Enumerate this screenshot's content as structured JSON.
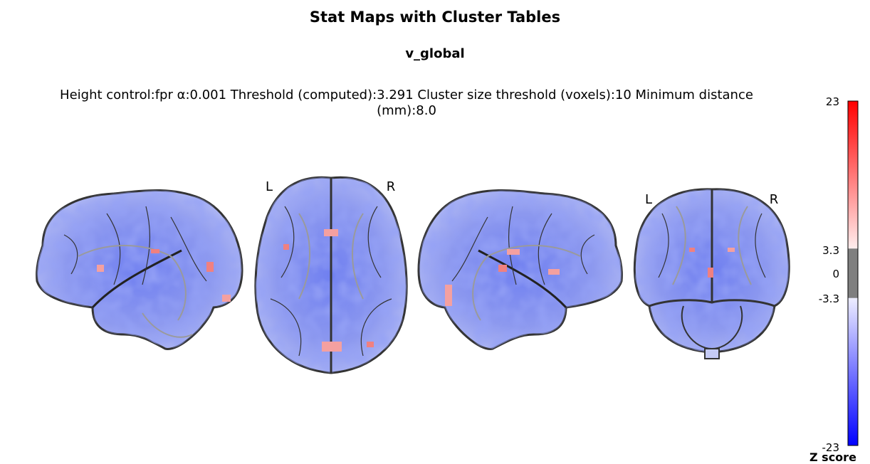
{
  "figure": {
    "title": "Stat Maps with Cluster Tables",
    "subtitle": "v_global",
    "params_line1": "Height control:fpr  α:0.001  Threshold (computed):3.291  Cluster size threshold (voxels):10  Minimum distance",
    "params_line2": "(mm):8.0"
  },
  "views": {
    "axial": {
      "left": "L",
      "right": "R"
    },
    "coronal": {
      "left": "L",
      "right": "R"
    }
  },
  "colorbar": {
    "label": "Z score",
    "ticks": [
      "23",
      "3.3",
      "0",
      "-3.3",
      "-23"
    ],
    "vmin": -23,
    "vmax": 23,
    "threshold": 3.3,
    "colors": {
      "low": "#0000ff",
      "mid": "#ffffff",
      "high": "#ff0000",
      "masked": "#7f7f7f"
    }
  }
}
